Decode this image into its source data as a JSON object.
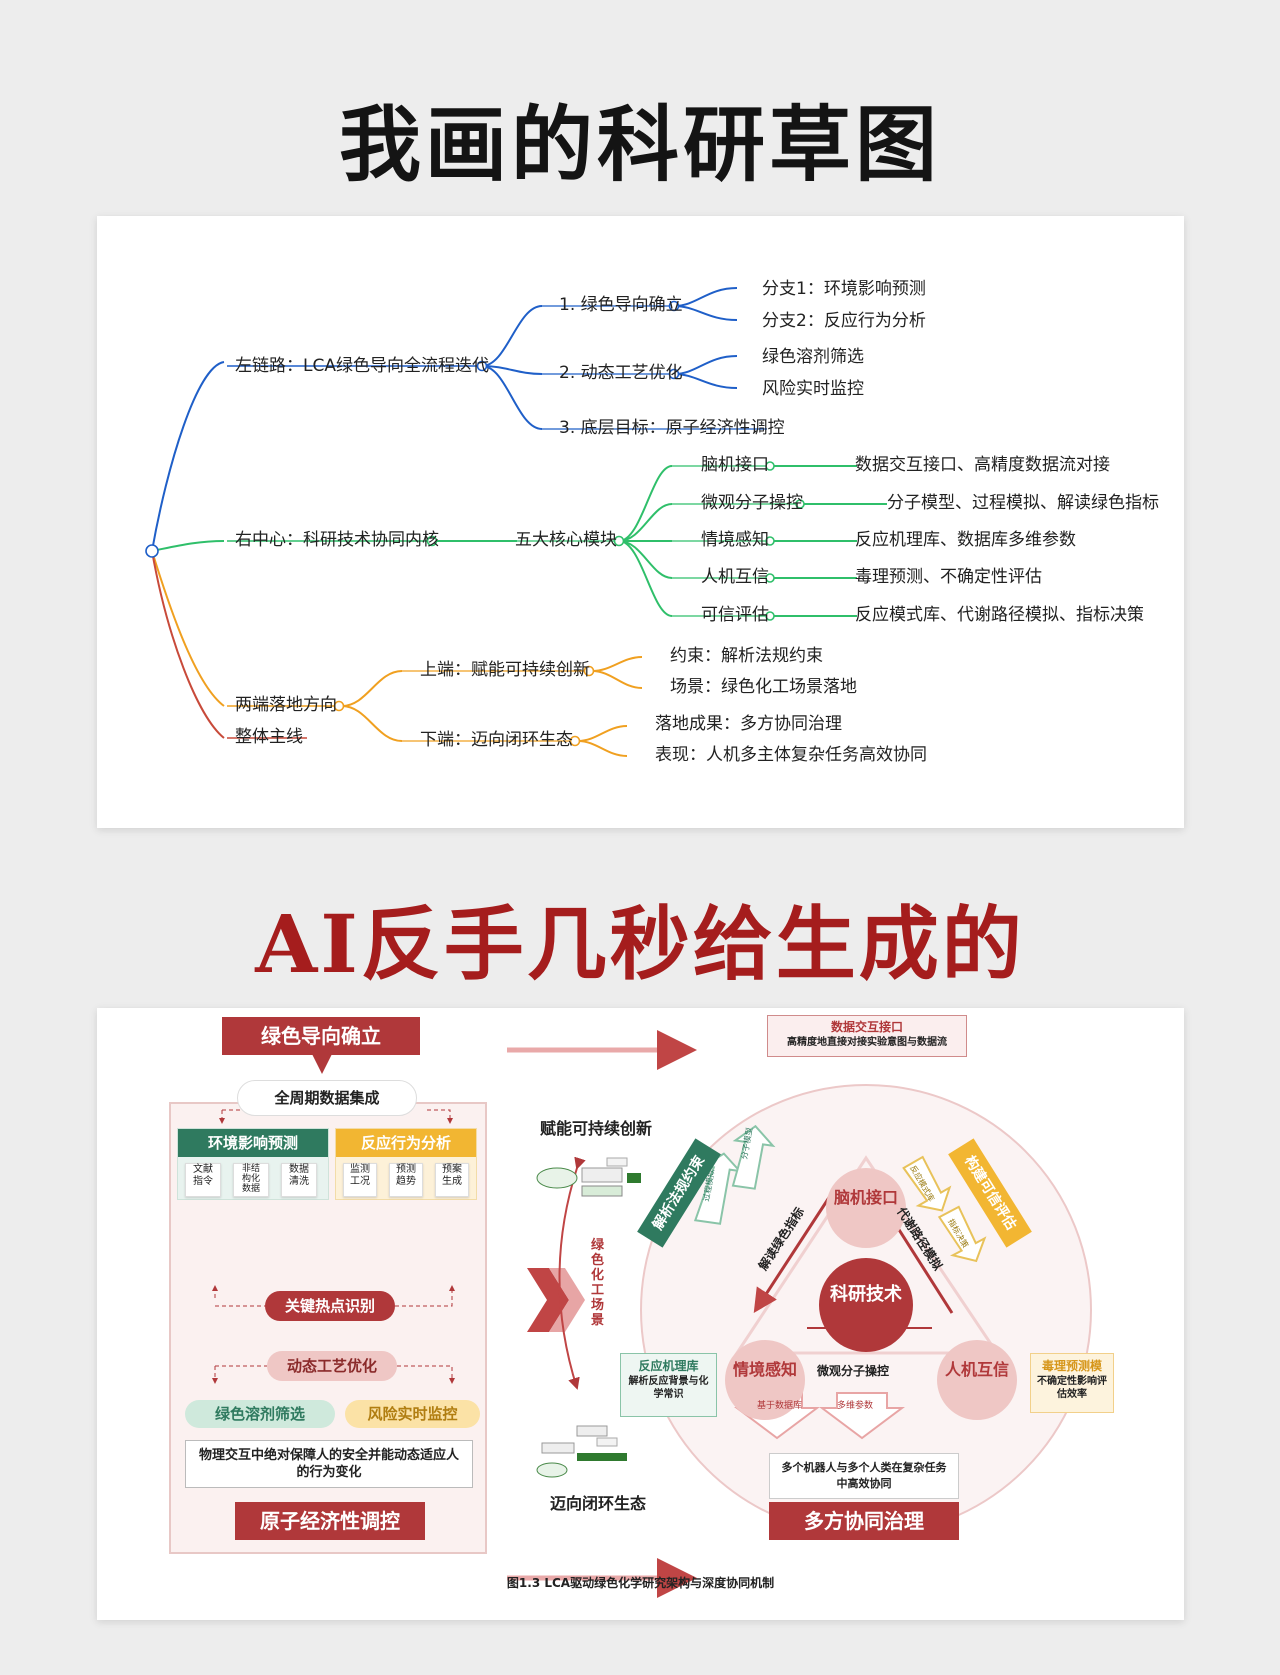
{
  "page": {
    "title_sketch": "我画的科研草图",
    "title_ai": "AI反手几秒给生成的"
  },
  "mindmap": {
    "left": {
      "label": "左链路：LCA绿色导向全流程迭代",
      "b1": "1. 绿色导向确立",
      "b1a": "分支1：环境影响预测",
      "b1b": "分支2：反应行为分析",
      "b2": "2. 动态工艺优化",
      "b2a": "绿色溶剂筛选",
      "b2b": "风险实时监控",
      "b3": "3. 底层目标：原子经济性调控"
    },
    "center": {
      "label": "右中心：科研技术协同内核",
      "core": "五大核心模块",
      "m1": "脑机接口",
      "m1d": "数据交互接口、高精度数据流对接",
      "m2": "微观分子操控",
      "m2d": "分子模型、过程模拟、解读绿色指标",
      "m3": "情境感知",
      "m3d": "反应机理库、数据库多维参数",
      "m4": "人机互信",
      "m4d": "毒理预测、不确定性评估",
      "m5": "可信评估",
      "m5d": "反应模式库、代谢路径模拟、指标决策"
    },
    "ends": {
      "label": "两端落地方向",
      "up": "上端：赋能可持续创新",
      "up1": "约束：解析法规约束",
      "up2": "场景：绿色化工场景落地",
      "down": "下端：迈向闭环生态",
      "down1": "落地成果：多方协同治理",
      "down2": "表现：人机多主体复杂任务高效协同"
    },
    "main": "整体主线"
  },
  "diagram": {
    "left_panel": {
      "top": "绿色导向确立",
      "collect": "全周期数据集成",
      "env": "环境影响预测",
      "env_items": [
        "文献\n指令",
        "非结\n构化\n数据",
        "数据\n清洗"
      ],
      "react": "反应行为分析",
      "react_items": [
        "监测\n工况",
        "预测\n趋势",
        "预案\n生成"
      ],
      "hotspot": "关键热点识别",
      "dynamic": "动态工艺优化",
      "solvent": "绿色溶剂筛选",
      "risk": "风险实时监控",
      "note": "物理交互中绝对保障人的安全并能动态适应人的行为变化",
      "bottom": "原子经济性调控"
    },
    "middle": {
      "sustain": "赋能可持续创新",
      "scene": "绿色化工场景",
      "closed": "迈向闭环生态"
    },
    "right": {
      "data_if_title": "数据交互接口",
      "data_if_desc": "高精度地直接对接实验意图与数据流",
      "bci": "脑机接口",
      "core": "科研技术",
      "micro": "微观分子操控",
      "situ": "情境感知",
      "trust": "人机互信",
      "law": "解析法规约束",
      "build_trust": "构建可信评估",
      "read_green": "解读绿色指标",
      "metab": "代谢路径模拟",
      "arrow_model": "分子模型",
      "arrow_process": "过程模拟",
      "arrow_pattern": "反应模式库",
      "arrow_decision": "指标决策",
      "base_db": "基于数据库",
      "multi_param": "多维参数",
      "mech_title": "反应机理库",
      "mech_desc": "解析反应背景与化学常识",
      "tox_title": "毒理预测模",
      "tox_desc": "不确定性影响评估效率",
      "collab_desc": "多个机器人与多个人类在复杂任务中高效协同",
      "collab": "多方协同治理"
    },
    "caption": "图1.3 LCA驱动绿色化学研究架构与深度协同机制"
  },
  "colors": {
    "blue": "#1f5fc8",
    "green": "#2fbf6a",
    "orange": "#f0a020",
    "red": "#b0383a",
    "pink": "#efc7c5",
    "teal": "#2f7a5f",
    "yellow": "#f2b632"
  }
}
